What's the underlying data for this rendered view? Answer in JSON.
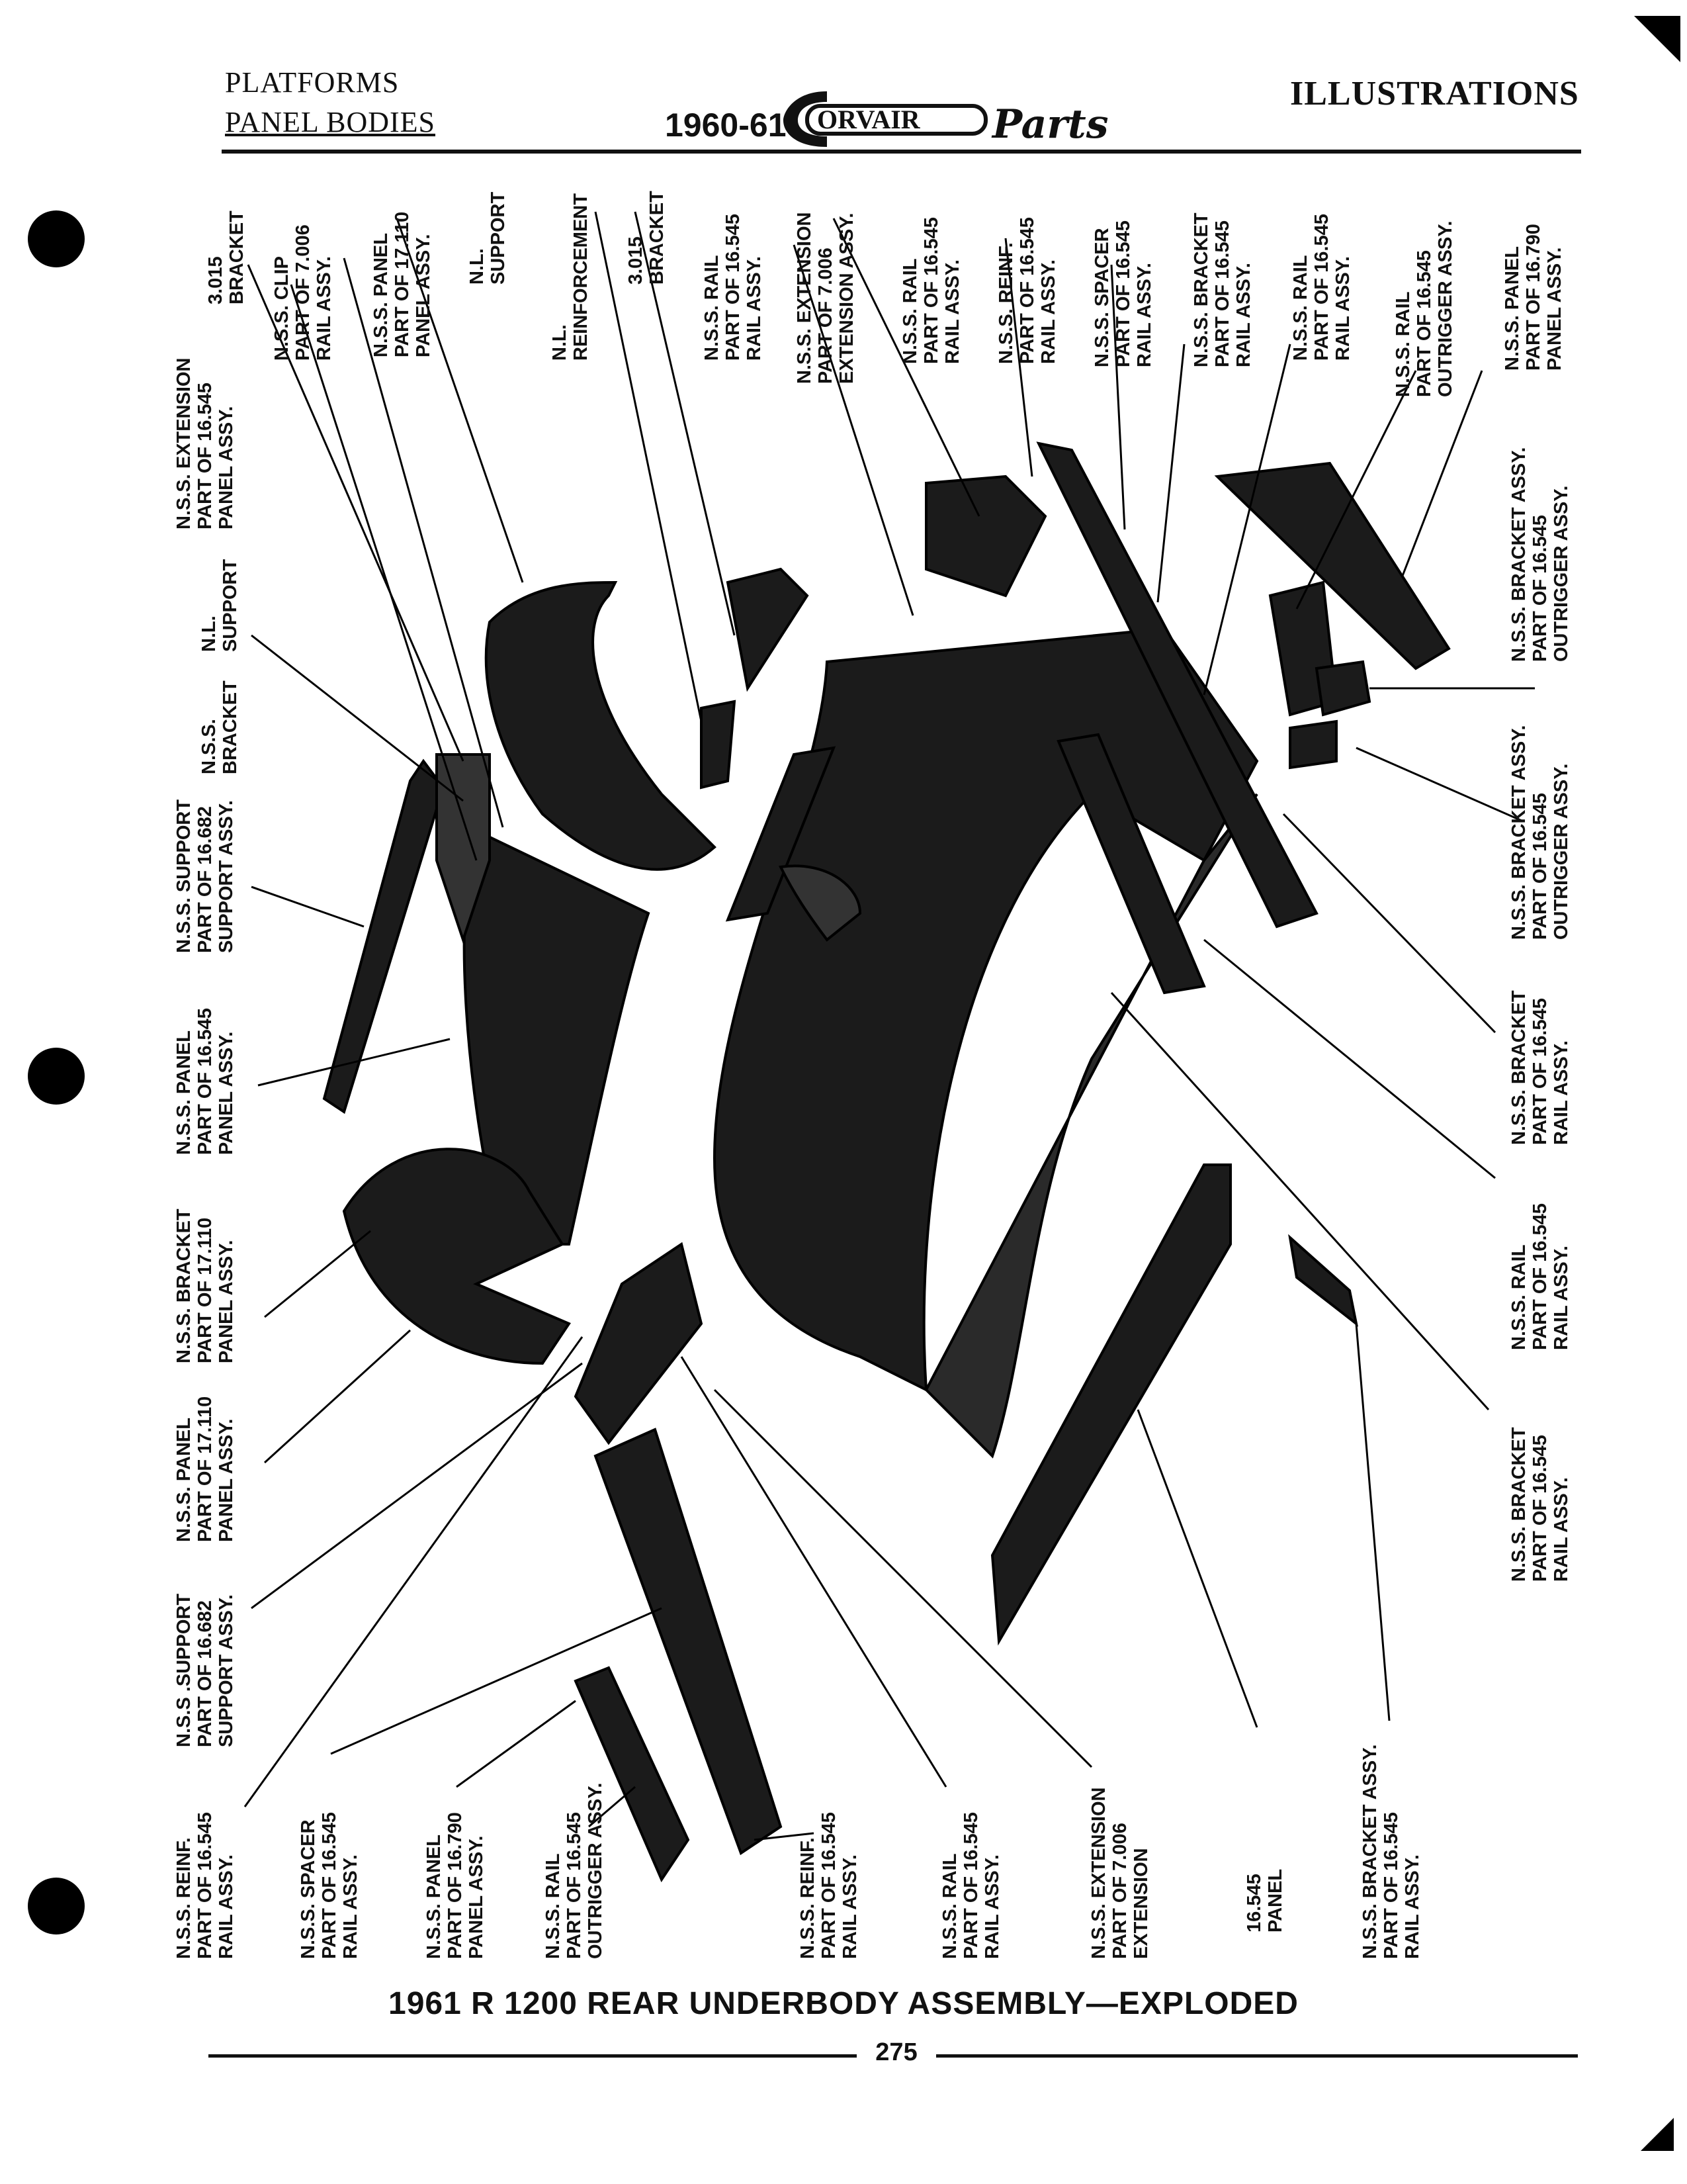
{
  "header": {
    "left_line1": "PLATFORMS",
    "left_line2": "PANEL BODIES",
    "year": "1960-61",
    "logo_word": "ORVAIR",
    "logo_script": "Parts",
    "right_title": "ILLUSTRATIONS"
  },
  "labels": [
    {
      "id": "l01",
      "lines": [
        "3.015",
        "BRACKET"
      ]
    },
    {
      "id": "l02",
      "lines": [
        "N.S.S. CLIP",
        "PART OF 7.006",
        "RAIL ASSY."
      ]
    },
    {
      "id": "l03",
      "lines": [
        "N.S.S. PANEL",
        "PART OF 17.110",
        "PANEL ASSY."
      ]
    },
    {
      "id": "l04",
      "lines": [
        "N.L.",
        "SUPPORT"
      ]
    },
    {
      "id": "l05",
      "lines": [
        "N.L.",
        "REINFORCEMENT"
      ]
    },
    {
      "id": "l06",
      "lines": [
        "3.015",
        "BRACKET"
      ]
    },
    {
      "id": "l07",
      "lines": [
        "N.S.S. RAIL",
        "PART OF 16.545",
        "RAIL ASSY."
      ]
    },
    {
      "id": "l08",
      "lines": [
        "N.S.S. EXTENSION",
        "PART OF 7.006",
        "EXTENSION ASSY."
      ]
    },
    {
      "id": "l09",
      "lines": [
        "N.S.S. RAIL",
        "PART OF 16.545",
        "RAIL ASSY."
      ]
    },
    {
      "id": "l10",
      "lines": [
        "N.S.S. REINF.",
        "PART OF 16.545",
        "RAIL ASSY."
      ]
    },
    {
      "id": "l11",
      "lines": [
        "N.S.S. SPACER",
        "PART OF 16.545",
        "RAIL ASSY."
      ]
    },
    {
      "id": "l12",
      "lines": [
        "N.S.S. BRACKET",
        "PART OF 16.545",
        "RAIL ASSY."
      ]
    },
    {
      "id": "l13",
      "lines": [
        "N.S.S. RAIL",
        "PART OF 16.545",
        "RAIL ASSY."
      ]
    },
    {
      "id": "l14",
      "lines": [
        "N.S.S. RAIL",
        "PART OF 16.545",
        "OUTRIGGER ASSY."
      ]
    },
    {
      "id": "l15",
      "lines": [
        "N.S.S. PANEL",
        "PART OF 16.790",
        "PANEL ASSY."
      ]
    },
    {
      "id": "l16",
      "lines": [
        "N.S.S. EXTENSION",
        "PART OF 16.545",
        "PANEL ASSY."
      ]
    },
    {
      "id": "l17",
      "lines": [
        "N.L.",
        "SUPPORT"
      ]
    },
    {
      "id": "l18",
      "lines": [
        "N.S.S.",
        "BRACKET"
      ]
    },
    {
      "id": "l19",
      "lines": [
        "N.S.S. SUPPORT",
        "PART OF 16.682",
        "SUPPORT ASSY."
      ]
    },
    {
      "id": "l20",
      "lines": [
        "N.S.S. PANEL",
        "PART OF 16.545",
        "PANEL ASSY."
      ]
    },
    {
      "id": "l21",
      "lines": [
        "N.S.S. BRACKET",
        "PART OF 17.110",
        "PANEL ASSY."
      ]
    },
    {
      "id": "l22",
      "lines": [
        "N.S.S. PANEL",
        "PART OF 17.110",
        "PANEL ASSY."
      ]
    },
    {
      "id": "l23",
      "lines": [
        "N.S.S .SUPPORT",
        "PART OF 16.682",
        "SUPPORT ASSY."
      ]
    },
    {
      "id": "l24",
      "lines": [
        "N.S.S. REINF.",
        "PART OF 16.545",
        "RAIL ASSY."
      ]
    },
    {
      "id": "l25",
      "lines": [
        "N.S.S. SPACER",
        "PART OF 16.545",
        "RAIL ASSY."
      ]
    },
    {
      "id": "l26",
      "lines": [
        "N.S.S. PANEL",
        "PART OF 16.790",
        "PANEL ASSY."
      ]
    },
    {
      "id": "l27",
      "lines": [
        "N.S.S. RAIL",
        "PART OF 16.545",
        "OUTRIGGER ASSY."
      ]
    },
    {
      "id": "l28",
      "lines": [
        "N.S.S. REINF.",
        "PART OF 16.545",
        "RAIL ASSY."
      ]
    },
    {
      "id": "l29",
      "lines": [
        "N.S.S. RAIL",
        "PART OF 16.545",
        "RAIL ASSY."
      ]
    },
    {
      "id": "l30",
      "lines": [
        "N.S.S. EXTENSION",
        "PART OF 7.006",
        "EXTENSION"
      ]
    },
    {
      "id": "l31",
      "lines": [
        "16.545",
        "PANEL"
      ]
    },
    {
      "id": "l32",
      "lines": [
        "N.S.S. BRACKET ASSY.",
        "PART OF 16.545",
        "RAIL ASSY."
      ]
    },
    {
      "id": "l33",
      "lines": [
        "N.S.S. BRACKET ASSY.",
        "PART OF 16.545",
        "OUTRIGGER ASSY."
      ]
    },
    {
      "id": "l34",
      "lines": [
        "N.S.S. BRACKET ASSY.",
        "PART OF 16.545",
        "OUTRIGGER ASSY."
      ]
    },
    {
      "id": "l35",
      "lines": [
        "N.S.S. BRACKET",
        "PART OF 16.545",
        "RAIL ASSY."
      ]
    },
    {
      "id": "l36",
      "lines": [
        "N.S.S. RAIL",
        "PART OF 16.545",
        "RAIL ASSY."
      ]
    },
    {
      "id": "l37",
      "lines": [
        "N.S.S. BRACKET",
        "PART OF 16.545",
        "RAIL ASSY."
      ]
    }
  ],
  "caption": "1961 R 1200 REAR UNDERBODY ASSEMBLY—EXPLODED",
  "page_number": "275"
}
